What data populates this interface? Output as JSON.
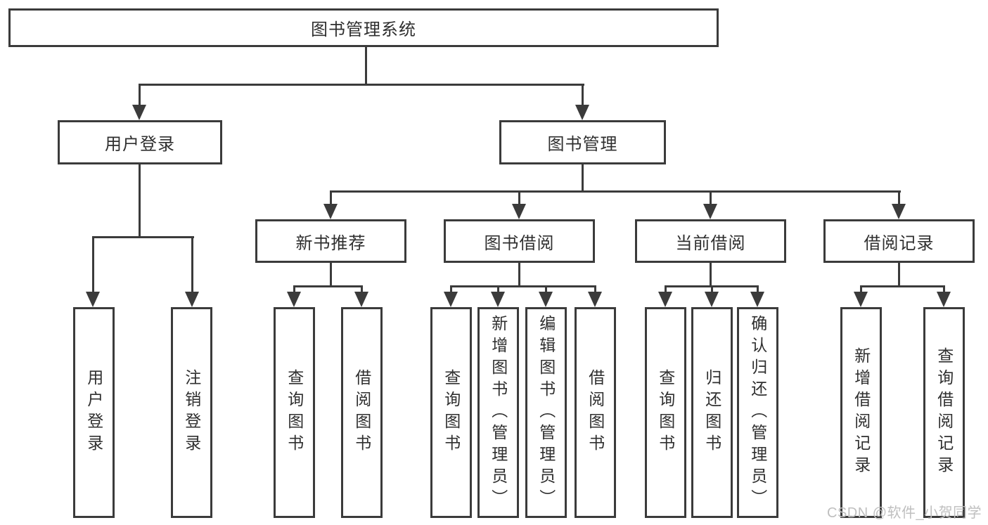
{
  "title": "图书管理系统",
  "nodes": {
    "root": {
      "label": "图书管理系统"
    },
    "user_login_branch": {
      "label": "用户登录"
    },
    "book_mgmt": {
      "label": "图书管理"
    },
    "user_login_leaf": {
      "label": "用户登录"
    },
    "logout_leaf": {
      "label": "注销登录"
    },
    "new_book_rec": {
      "label": "新书推荐"
    },
    "book_borrow": {
      "label": "图书借阅"
    },
    "current_borrow": {
      "label": "当前借阅"
    },
    "borrow_record": {
      "label": "借阅记录"
    },
    "nbr_query_books": {
      "label": "查询图书"
    },
    "nbr_borrow_books": {
      "label": "借阅图书"
    },
    "bb_query_books": {
      "label": "查询图书"
    },
    "bb_add_books": {
      "label": "新增图书（管理员）"
    },
    "bb_edit_books": {
      "label": "编辑图书（管理员）"
    },
    "bb_borrow_books": {
      "label": "借阅图书"
    },
    "cb_query_books": {
      "label": "查询图书"
    },
    "cb_return_books": {
      "label": "归还图书"
    },
    "cb_confirm_return": {
      "label": "确认归还（管理员）"
    },
    "br_add_record": {
      "label": "新增借阅记录"
    },
    "br_query_record": {
      "label": "查询借阅记录"
    }
  },
  "watermark": {
    "text": "CSDN @软件_小贺同学"
  },
  "colors": {
    "line": "#3b3b3b",
    "text": "#2f2f2f",
    "watermark": "#bfbfbf",
    "background": "#ffffff"
  }
}
